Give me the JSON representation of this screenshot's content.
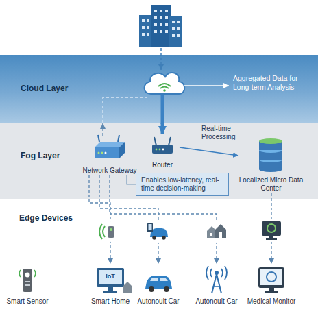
{
  "diagram": {
    "nodes": [
      {
        "text": [
          "Cloud Layer"
        ]
      },
      {
        "text": [
          "Fog Layer"
        ]
      },
      {
        "text": [
          "Network Gateway"
        ],
        "in": 1
      },
      {
        "text": [
          "Router"
        ],
        "in": 1
      },
      {
        "text": [
          "Localized Micro Data Center"
        ],
        "in": 1
      },
      {
        "text": [
          "Enables low-latency, real-time decision-making"
        ],
        "in": 1
      },
      {
        "text": [
          "Smart Sensor"
        ]
      },
      {
        "text": [
          "Smart Home"
        ]
      },
      {
        "text": [
          "Autonouit Car"
        ]
      },
      {
        "text": [
          "Autonouit Car"
        ]
      },
      {
        "text": [
          "Medical Monitor"
        ]
      }
    ],
    "edges": [
      {
        "from": 0,
        "to": 3,
        "arrow": "to"
      },
      {
        "from": 2,
        "to": 0,
        "arrow": "to"
      },
      {
        "from": 3,
        "to": 4,
        "label": "Real-time Processing",
        "arrow": "to"
      },
      {
        "from": 2,
        "to": 5,
        "arrow": "none"
      },
      {
        "from": 2,
        "to": 7,
        "arrow": "to"
      },
      {
        "from": 2,
        "to": 8,
        "arrow": "to"
      },
      {
        "from": 2,
        "to": 9,
        "arrow": "to"
      },
      {
        "from": 4,
        "to": 10,
        "arrow": "to"
      }
    ],
    "labels": [
      "Aggregated Data for Long-term Analysis",
      "Edge Devices",
      "IoT"
    ]
  }
}
